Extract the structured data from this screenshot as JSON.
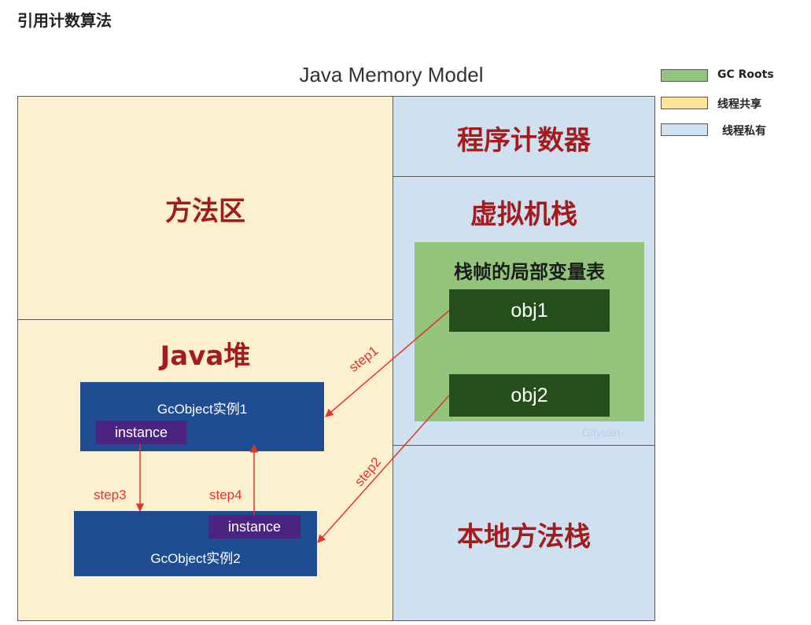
{
  "page": {
    "title": "引用计数算法"
  },
  "diagram": {
    "title": "Java Memory Model",
    "regions": {
      "method_area": "方法区",
      "java_heap": "Java堆",
      "program_counter": "程序计数器",
      "vm_stack": "虚拟机栈",
      "native_stack": "本地方法栈"
    },
    "stack_frame": {
      "label": "栈帧的局部变量表",
      "obj1": "obj1",
      "obj2": "obj2"
    },
    "watermark": "Gityuan",
    "gc_object_1": {
      "label": "GcObject实例1",
      "field": "instance"
    },
    "gc_object_2": {
      "label": "GcObject实例2",
      "field": "instance"
    },
    "steps": {
      "step1": "step1",
      "step2": "step2",
      "step3": "step3",
      "step4": "step4"
    },
    "legend": [
      {
        "label": "GC Roots",
        "color": "#93c47d"
      },
      {
        "label": "线程共享",
        "color": "#ffe599"
      },
      {
        "label": "线程私有",
        "color": "#cfe2f3"
      }
    ],
    "colors": {
      "region_label": "#a51a1a",
      "arrow": "#e0352f",
      "gc_object": "#1f4d92",
      "instance_field": "#4a2480",
      "obj_box": "#244f1a"
    }
  }
}
